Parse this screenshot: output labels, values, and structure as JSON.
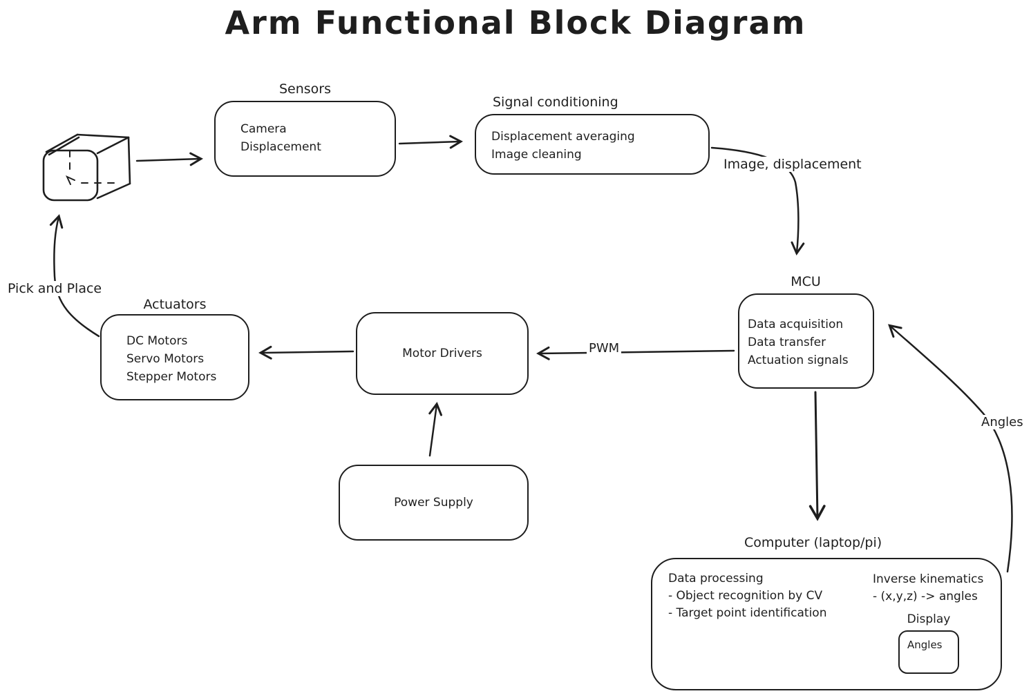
{
  "title": "Arm Functional Block Diagram",
  "colors": {
    "stroke": "#1e1e1e",
    "background": "#ffffff"
  },
  "nodes": {
    "workpiece": {
      "shape": "cube-sketch"
    },
    "sensors": {
      "label": "Sensors",
      "lines": [
        "Camera",
        "Displacement"
      ]
    },
    "signal_conditioning": {
      "label": "Signal conditioning",
      "lines": [
        "Displacement averaging",
        "Image cleaning"
      ]
    },
    "mcu": {
      "label": "MCU",
      "lines": [
        "Data acquisition",
        "Data transfer",
        "Actuation signals"
      ]
    },
    "actuators": {
      "label": "Actuators",
      "lines": [
        "DC Motors",
        "Servo Motors",
        "Stepper Motors"
      ]
    },
    "motor_drivers": {
      "label": "Motor Drivers"
    },
    "power_supply": {
      "label": "Power Supply"
    },
    "computer": {
      "label": "Computer (laptop/pi)",
      "data_processing": [
        "Data processing",
        "- Object recognition by CV",
        "- Target point identification"
      ],
      "inverse_kinematics": [
        "Inverse kinematics",
        "- (x,y,z) -> angles"
      ],
      "display_label": "Display",
      "display_box_text": "Angles"
    }
  },
  "edge_labels": {
    "image_displacement": "Image, displacement",
    "pwm": "PWM",
    "angles": "Angles",
    "pick_and_place": "Pick and Place"
  },
  "edges": [
    {
      "from": "workpiece",
      "to": "sensors",
      "label": ""
    },
    {
      "from": "sensors",
      "to": "signal_conditioning",
      "label": ""
    },
    {
      "from": "signal_conditioning",
      "to": "mcu",
      "label": "Image, displacement"
    },
    {
      "from": "mcu",
      "to": "motor_drivers",
      "label": "PWM"
    },
    {
      "from": "motor_drivers",
      "to": "actuators",
      "label": ""
    },
    {
      "from": "power_supply",
      "to": "motor_drivers",
      "label": ""
    },
    {
      "from": "mcu",
      "to": "computer",
      "label": ""
    },
    {
      "from": "computer",
      "to": "mcu",
      "label": "Angles"
    },
    {
      "from": "actuators",
      "to": "workpiece",
      "label": "Pick and Place"
    }
  ]
}
